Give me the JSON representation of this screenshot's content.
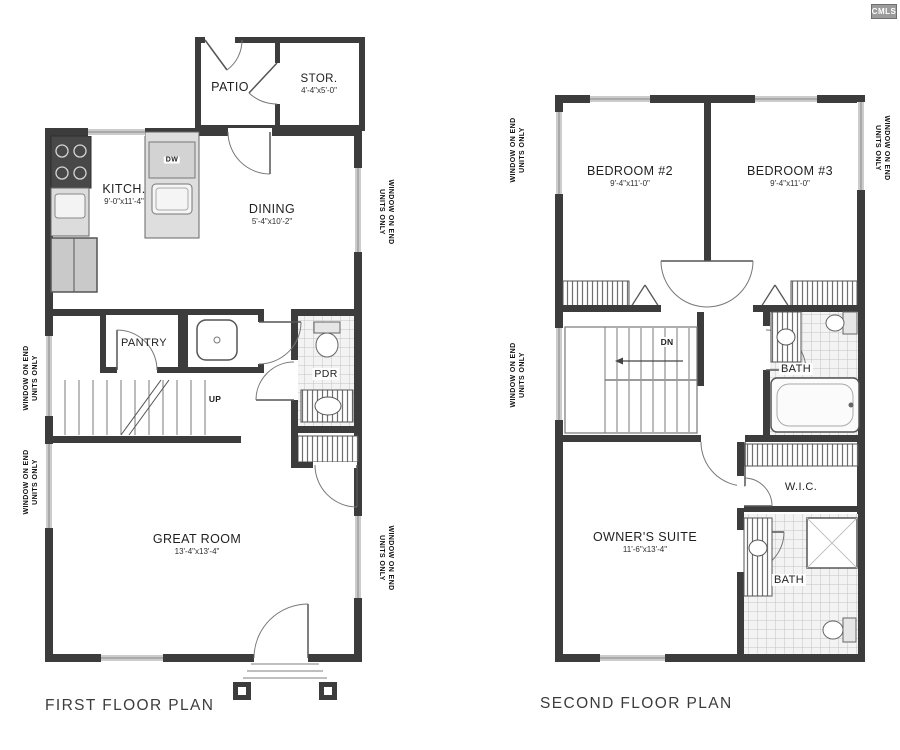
{
  "logo": {
    "text": "CMLS"
  },
  "window_note": {
    "line1": "WINDOW ON END",
    "line2": "UNITS ONLY"
  },
  "first_floor": {
    "title": "FIRST FLOOR PLAN",
    "rooms": {
      "patio": {
        "name": "PATIO"
      },
      "storage": {
        "name": "STOR.",
        "dims": "4'-4\"x5'-0\""
      },
      "kitchen": {
        "name": "KITCH.",
        "dims": "9'-0\"x11'-4\""
      },
      "dining": {
        "name": "DINING",
        "dims": "5'-4\"x10'-2\""
      },
      "pantry": {
        "name": "PANTRY"
      },
      "powder": {
        "name": "PDR"
      },
      "great_room": {
        "name": "GREAT ROOM",
        "dims": "13'-4\"x13'-4\""
      }
    },
    "labels": {
      "up": "UP",
      "dw": "DW"
    }
  },
  "second_floor": {
    "title": "SECOND FLOOR PLAN",
    "rooms": {
      "bedroom2": {
        "name": "BEDROOM #2",
        "dims": "9'-4\"x11'-0\""
      },
      "bedroom3": {
        "name": "BEDROOM #3",
        "dims": "9'-4\"x11'-0\""
      },
      "bath_hall": {
        "name": "BATH"
      },
      "wic": {
        "name": "W.I.C."
      },
      "owners_suite": {
        "name": "OWNER'S SUITE",
        "dims": "11'-6\"x13'-4\""
      },
      "bath_owner": {
        "name": "BATH"
      }
    },
    "labels": {
      "dn": "DN"
    }
  }
}
